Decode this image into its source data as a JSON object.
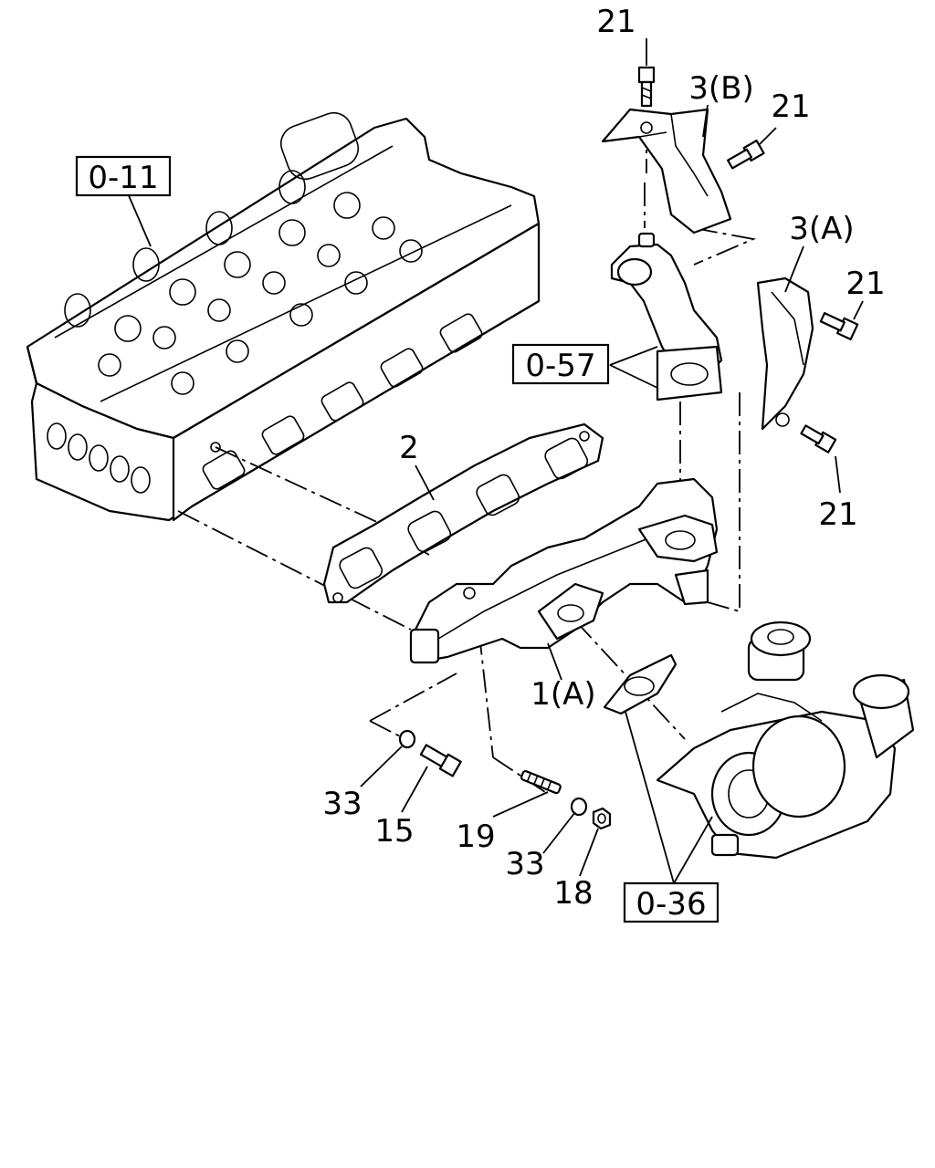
{
  "refs": {
    "r011": "0-11",
    "r057": "0-57",
    "r036": "0-36"
  },
  "labels": {
    "l21a": "21",
    "l3b": "3(B)",
    "l21b": "21",
    "l3a": "3(A)",
    "l21c": "21",
    "l21d": "21",
    "l2": "2",
    "l1a": "1(A)",
    "l33a": "33",
    "l15": "15",
    "l19": "19",
    "l33b": "33",
    "l18": "18"
  }
}
